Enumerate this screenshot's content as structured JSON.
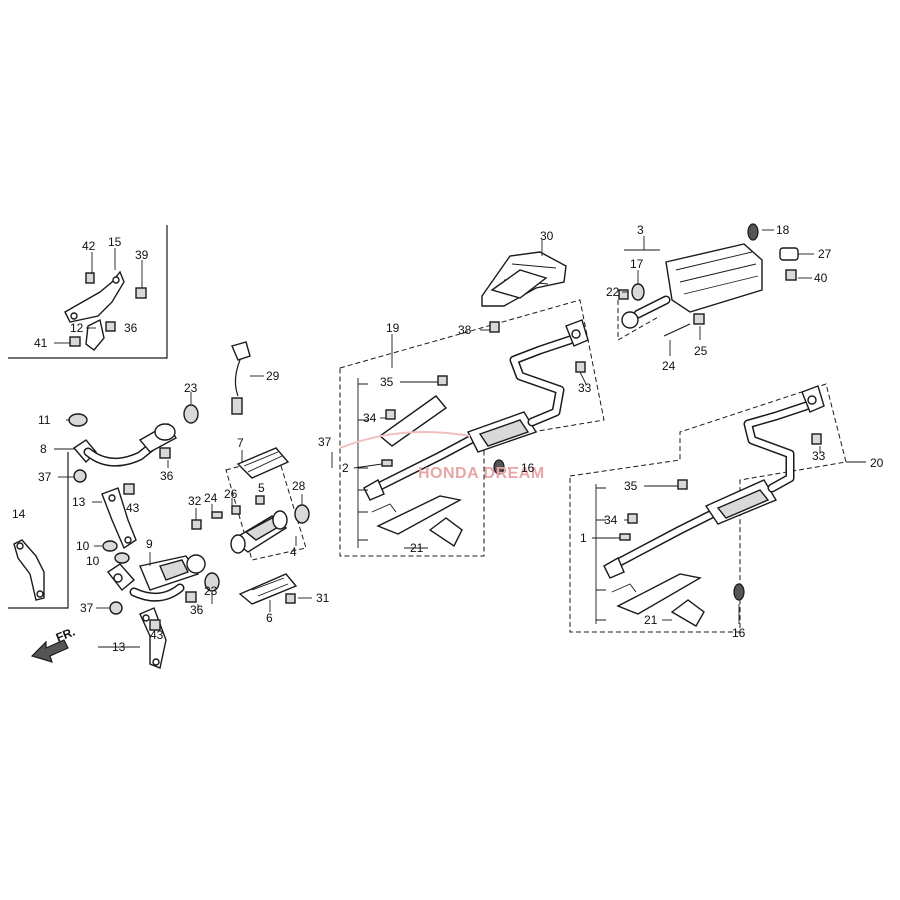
{
  "diagram": {
    "part_numbers": {
      "p1": "1",
      "p2": "2",
      "p3": "3",
      "p4": "4",
      "p5": "5",
      "p6": "6",
      "p7": "7",
      "p8": "8",
      "p9": "9",
      "p10a": "10",
      "p10b": "10",
      "p11": "11",
      "p12": "12",
      "p13a": "13",
      "p13b": "13",
      "p14": "14",
      "p15": "15",
      "p16a": "16",
      "p16b": "16",
      "p17": "17",
      "p18": "18",
      "p19": "19",
      "p20": "20",
      "p21a": "21",
      "p21b": "21",
      "p22": "22",
      "p23a": "23",
      "p23b": "23",
      "p24a": "24",
      "p24b": "24",
      "p25": "25",
      "p26": "26",
      "p27": "27",
      "p28": "28",
      "p29": "29",
      "p30": "30",
      "p31": "31",
      "p32": "32",
      "p33a": "33",
      "p33b": "33",
      "p34a": "34",
      "p34b": "34",
      "p35a": "35",
      "p35b": "35",
      "p36a": "36",
      "p36b": "36",
      "p36c": "36",
      "p37a": "37",
      "p37b": "37",
      "p37c": "37",
      "p38": "38",
      "p39": "39",
      "p40": "40",
      "p41": "41",
      "p42": "42",
      "p43a": "43",
      "p43b": "43"
    },
    "direction_label": "FR.",
    "watermark": "HONDA DREAM",
    "colors": {
      "line": "#1a1a1a",
      "watermark": "#e8a6a6",
      "background": "#ffffff"
    }
  }
}
